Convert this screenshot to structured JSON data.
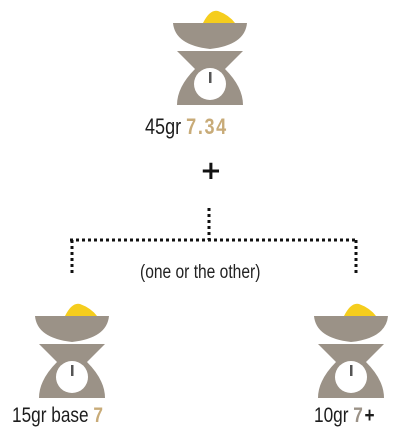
{
  "top": {
    "weight": "45gr",
    "number": "7.34"
  },
  "plus": "+",
  "connector_caption": "(one or the other)",
  "left": {
    "weight": "15gr base",
    "number": "7"
  },
  "right": {
    "weight": "10gr",
    "number": "7",
    "suffix": "+"
  },
  "colors": {
    "scale_body": "#9b9287",
    "scale_dial": "#ffffff",
    "powder": "#f5cd1d",
    "accent_number": "#c8ab78",
    "connector": "#111111"
  },
  "icons": [
    "kitchen-scale-icon",
    "kitchen-scale-icon",
    "kitchen-scale-icon"
  ]
}
